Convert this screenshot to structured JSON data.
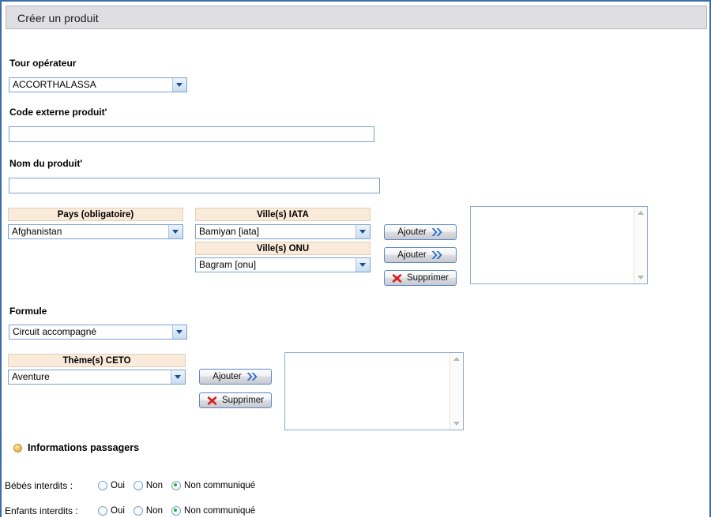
{
  "window": {
    "title": "Créer un produit"
  },
  "form": {
    "tour_operator": {
      "label": "Tour opérateur",
      "value": "ACCORTHALASSA"
    },
    "external_code": {
      "label": "Code externe produit'",
      "value": "",
      "placeholder": ""
    },
    "product_name": {
      "label": "Nom du produit'",
      "value": "",
      "placeholder": ""
    },
    "country": {
      "header": "Pays (obligatoire)",
      "value": "Afghanistan"
    },
    "city_iata": {
      "header": "Ville(s) IATA",
      "value": "Bamiyan [iata]"
    },
    "city_onu": {
      "header": "Ville(s) ONU",
      "value": "Bagram [onu]"
    },
    "destination_actions": {
      "add_iata_label": "Ajouter",
      "add_onu_label": "Ajouter",
      "remove_label": "Supprimer"
    },
    "destination_list": {
      "items": []
    },
    "formula": {
      "label": "Formule",
      "value": "Circuit accompagné"
    },
    "theme": {
      "header": "Thème(s) CETO",
      "value": "Aventure",
      "add_label": "Ajouter",
      "remove_label": "Supprimer"
    },
    "theme_list": {
      "items": []
    },
    "passenger_section": {
      "heading": "Informations passagers",
      "rows": [
        {
          "label": "Bébés interdits :",
          "options": [
            {
              "text": "Oui",
              "selected": false
            },
            {
              "text": "Non",
              "selected": false
            },
            {
              "text": "Non communiqué",
              "selected": true
            }
          ]
        },
        {
          "label": "Enfants interdits :",
          "options": [
            {
              "text": "Oui",
              "selected": false
            },
            {
              "text": "Non",
              "selected": false
            },
            {
              "text": "Non communiqué",
              "selected": true
            }
          ]
        }
      ]
    }
  },
  "colors": {
    "page_border": "#3a6ea5",
    "titlebar_bg": "#dedee3",
    "column_header_bg": "#faeada",
    "field_border": "#7da2ce",
    "button_border": "#5b87c4",
    "chevron_icon": "#2b6ecb",
    "delete_icon": "#d82020",
    "radio_selected": "#2cac30",
    "bullet_icon": "#f0bd5c"
  },
  "icons": {
    "chevron_double_right": "chevron-double-right-icon",
    "delete_cross": "delete-cross-icon",
    "dropdown_arrow": "chevron-down-icon",
    "section_bullet": "bullet-dot-icon",
    "scroll_up": "scroll-up-arrow-icon",
    "scroll_down": "scroll-down-arrow-icon"
  }
}
